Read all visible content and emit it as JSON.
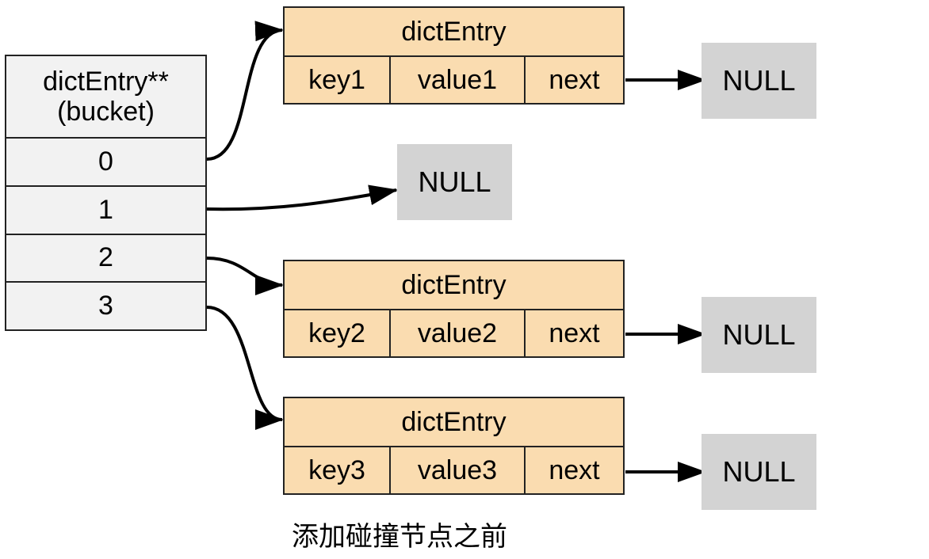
{
  "bucket": {
    "header_line1": "dictEntry**",
    "header_line2": "(bucket)",
    "slots": [
      "0",
      "1",
      "2",
      "3"
    ]
  },
  "entries": [
    {
      "title": "dictEntry",
      "key": "key1",
      "value": "value1",
      "next": "next"
    },
    {
      "title": "dictEntry",
      "key": "key2",
      "value": "value2",
      "next": "next"
    },
    {
      "title": "dictEntry",
      "key": "key3",
      "value": "value3",
      "next": "next"
    }
  ],
  "null_label": "NULL",
  "caption": "添加碰撞节点之前",
  "colors": {
    "entry_fill": "#fadcb0",
    "bucket_fill": "#f2f2f2",
    "null_fill": "#d3d3d3"
  }
}
